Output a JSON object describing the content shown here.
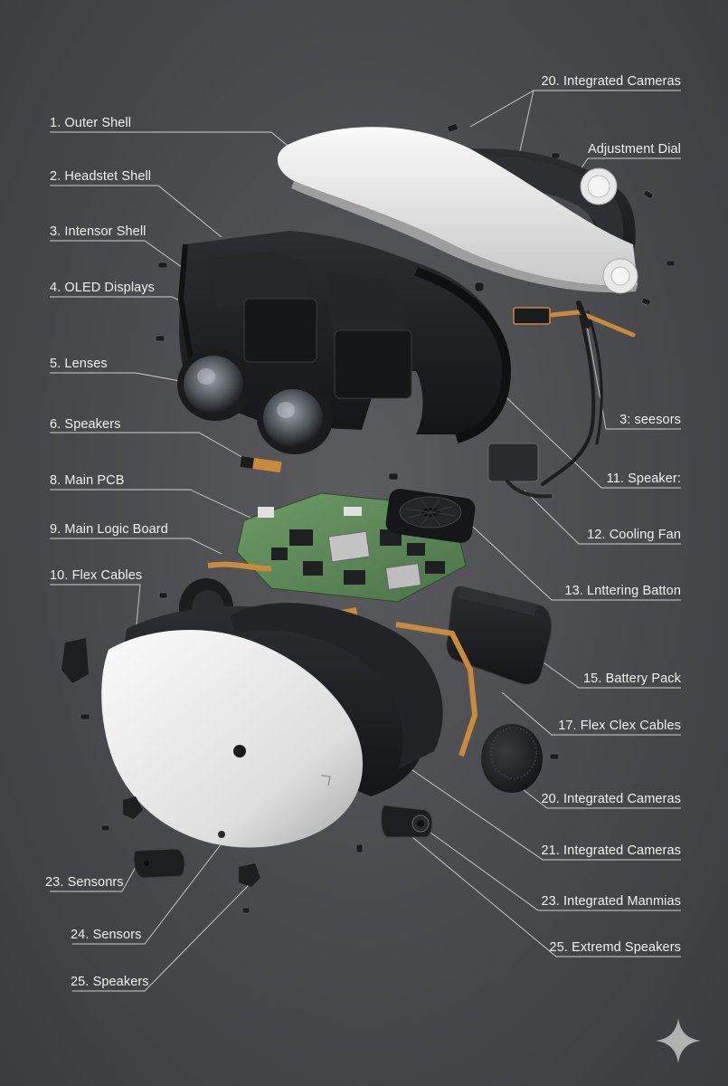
{
  "labels": {
    "l1": "1. Outer Shell",
    "l2": "2. Headstet Shell",
    "l3": "3. Intensor Shell",
    "l4": "4. OLED Displays",
    "l5": "5. Lenses",
    "l6": "6. Speakers",
    "l8": "8. Main PCB",
    "l9": "9. Main Logic Board",
    "l10": "10. Flex Cables",
    "l23a": "23. Sensonrs",
    "l24": "24. Sensors",
    "l25a": "25. Speakers",
    "r20a": "20. Integrated Cameras",
    "rAdj": "Adjustment Dial",
    "r3": "3: seesors",
    "r11": "11. Speaker:",
    "r12": "12. Cooling Fan",
    "r13": "13. Lnttering Batton",
    "r15": "15. Battery Pack",
    "r17": "17. Flex Clex Cables",
    "r20b": "20. Integrated Cameras",
    "r21": "21. Integrated Cameras",
    "r23": "23. Integrated Manmias",
    "r25": "25. Extremd Speakers"
  },
  "colors": {
    "background": "#47494c",
    "shell_white": "#ececec",
    "plastic_black": "#1e1f21",
    "pcb_green": "#5d8a58",
    "flex_orange": "#c98a3a",
    "label_text": "#f1f1f1"
  },
  "icons": [
    "gemini-sparkle-icon"
  ]
}
